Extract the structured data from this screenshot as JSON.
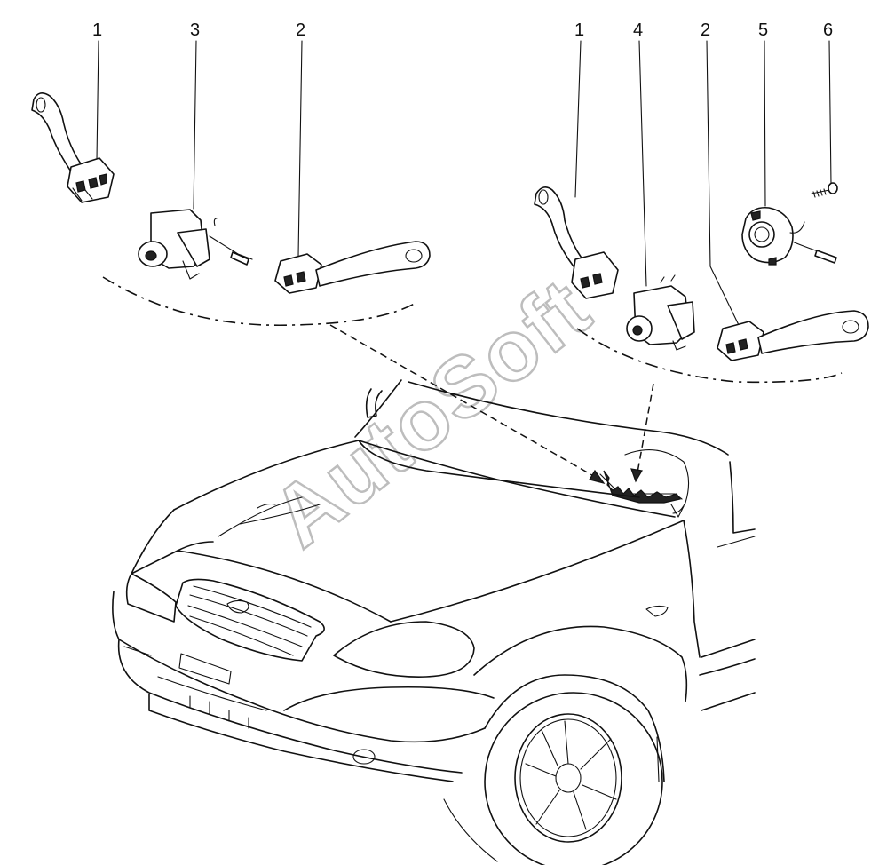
{
  "callouts": {
    "left_1": "1",
    "left_3": "3",
    "left_2": "2",
    "right_1": "1",
    "right_4": "4",
    "right_2": "2",
    "right_5": "5",
    "right_6": "6"
  },
  "watermark": "AutoSoft"
}
